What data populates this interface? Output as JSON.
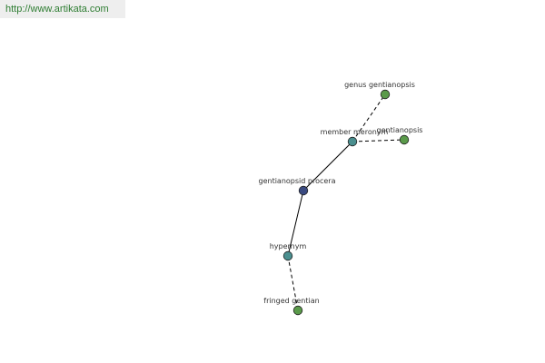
{
  "header": {
    "url": "http://www.artikata.com"
  },
  "graph": {
    "nodes": [
      {
        "id": "genus",
        "label": "genus gentianopsis",
        "color": "#5a9a4a"
      },
      {
        "id": "member",
        "label": "member meronym",
        "color": "#4a8f8f"
      },
      {
        "id": "gentianopsis",
        "label": "gentianopsis",
        "color": "#5a9a4a"
      },
      {
        "id": "procera",
        "label": "gentianopsid procera",
        "color": "#3a4a80"
      },
      {
        "id": "hypernym",
        "label": "hypernym",
        "color": "#4a8f8f"
      },
      {
        "id": "fringed",
        "label": "fringed gentian",
        "color": "#5a9a4a"
      }
    ],
    "edges": [
      {
        "from": "procera",
        "to": "member",
        "style": "solid"
      },
      {
        "from": "member",
        "to": "genus",
        "style": "dashed"
      },
      {
        "from": "member",
        "to": "gentianopsis",
        "style": "dashed"
      },
      {
        "from": "procera",
        "to": "hypernym",
        "style": "solid"
      },
      {
        "from": "hypernym",
        "to": "fringed",
        "style": "dashed"
      }
    ]
  }
}
